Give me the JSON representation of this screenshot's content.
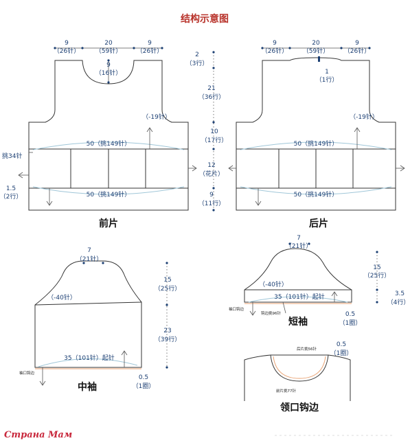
{
  "title": "结构示意图",
  "front": {
    "label": "前片",
    "top_left": [
      "9",
      "（26针）"
    ],
    "top_mid": [
      "20",
      "（59针）"
    ],
    "top_right": [
      "9",
      "（26针）"
    ],
    "neck_depth": [
      "9",
      "（16针）"
    ],
    "dec": "（-19针）",
    "pick_top": "50（挑149针）",
    "pick_bottom": "50（挑149针）",
    "pick_side": "挑34针",
    "edge": [
      "1.5",
      "（2行）"
    ]
  },
  "back": {
    "label": "后片",
    "top_left": [
      "9",
      "（26针）"
    ],
    "top_mid": [
      "20",
      "（59针）"
    ],
    "top_right": [
      "9",
      "（26针）"
    ],
    "neck_depth": [
      "1",
      "（1行）"
    ],
    "dec": "（-19针）",
    "pick_top": "50（挑149针）",
    "pick_bottom": "50（挑149针）"
  },
  "vertical": [
    [
      "2",
      "（3行）"
    ],
    [
      "21",
      "（36行）"
    ],
    [
      "10",
      "（17行）"
    ],
    [
      "12",
      "（花片）"
    ],
    [
      "9",
      "（11行）"
    ]
  ],
  "mid_sleeve": {
    "label": "中袖",
    "top": [
      "7",
      "（21针）"
    ],
    "dec": "（-40针）",
    "cap": [
      "15",
      "（25行）"
    ],
    "body": [
      "23",
      "（39行）"
    ],
    "cast_on": "35（101针）起针",
    "cuff_note": "袖口钩边",
    "edge": [
      "0.5",
      "（1圈）"
    ]
  },
  "short_sleeve": {
    "label": "短袖",
    "top": [
      "7",
      "（21针）"
    ],
    "dec": "（-40针）",
    "cap": [
      "15",
      "（25行）"
    ],
    "body": [
      "3.5",
      "（4行）"
    ],
    "cast_on": "35（101针）起针",
    "cuff_note": "袖口钩边",
    "pick_note": "钩边挑96针",
    "edge": [
      "0.5",
      "（1圈）"
    ]
  },
  "neck_edge": {
    "label": "领口钩边",
    "back_note": "后片挑56针",
    "front_note": "前片挑77针",
    "edge": [
      "0.5",
      "（1圈）"
    ]
  },
  "watermark": "Страна Мам"
}
